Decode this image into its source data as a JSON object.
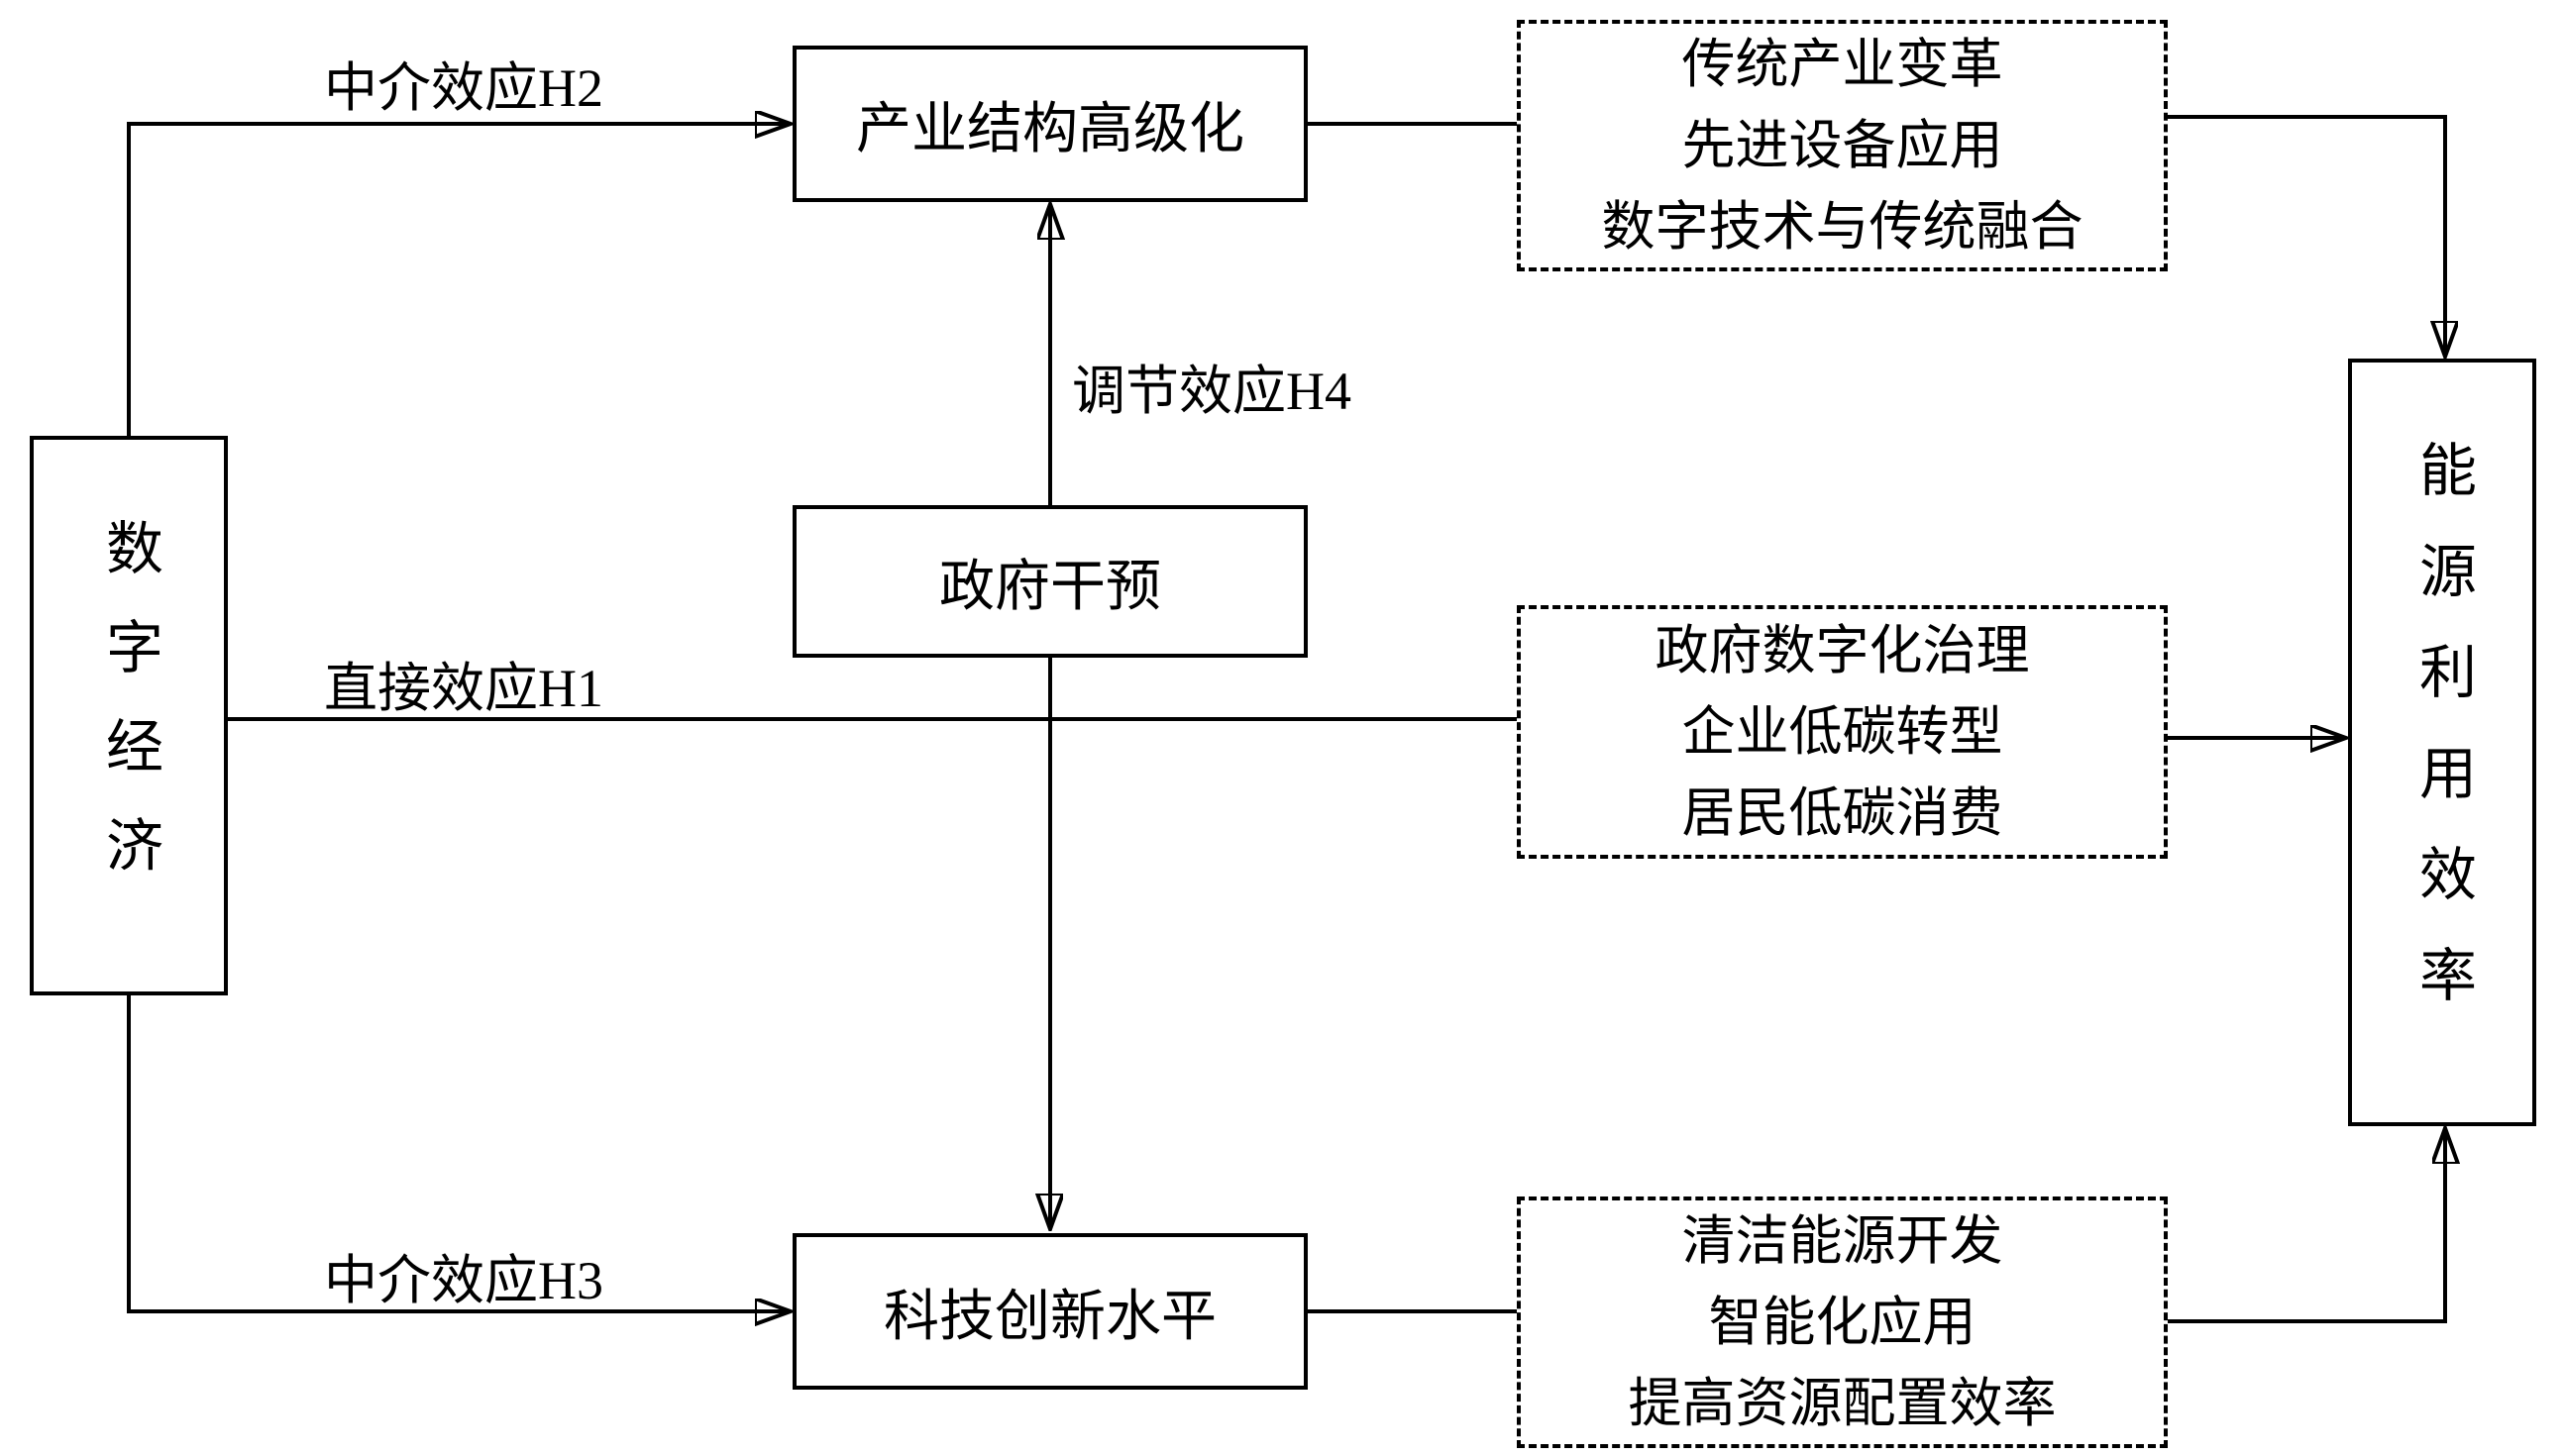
{
  "diagram": {
    "boxes": {
      "digital_economy": {
        "label": "数字经济"
      },
      "industrial_upgrading": {
        "label": "产业结构高级化"
      },
      "government_intervention": {
        "label": "政府干预"
      },
      "tech_innovation": {
        "label": "科技创新水平"
      },
      "energy_efficiency": {
        "label": "能源利用效率"
      }
    },
    "dashed_boxes": {
      "traditional_industry": {
        "lines": [
          "传统产业变革",
          "先进设备应用",
          "数字技术与传统融合"
        ]
      },
      "governance": {
        "lines": [
          "政府数字化治理",
          "企业低碳转型",
          "居民低碳消费"
        ]
      },
      "clean_energy": {
        "lines": [
          "清洁能源开发",
          "智能化应用",
          "提高资源配置效率"
        ]
      }
    },
    "edge_labels": {
      "mediation_h2": "中介效应H2",
      "direct_h1": "直接效应H1",
      "mediation_h3": "中介效应H3",
      "moderation_h4": "调节效应H4"
    },
    "colors": {
      "line": "#000000",
      "background": "#ffffff"
    }
  }
}
